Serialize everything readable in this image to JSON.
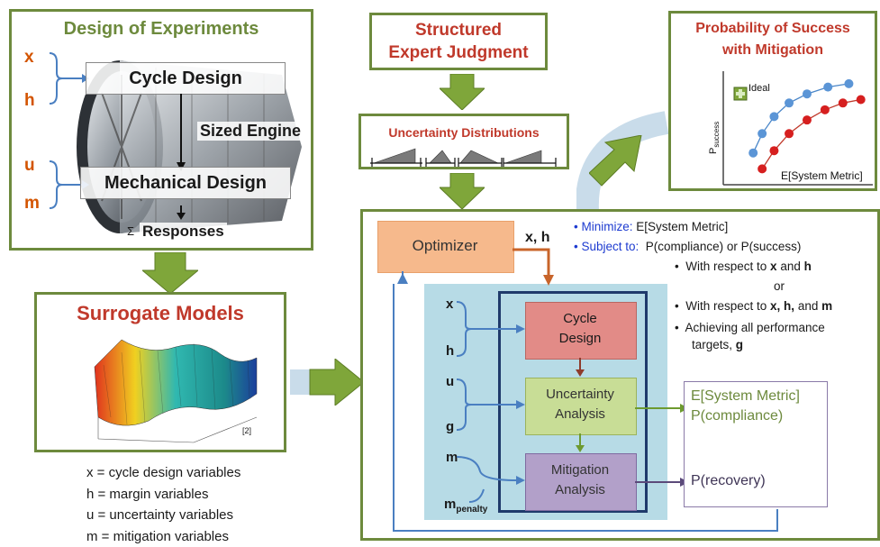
{
  "doe": {
    "title": "Design of Experiments",
    "cycle_design": "Cycle Design",
    "sized_engine": "Sized Engine",
    "mechanical_design": "Mechanical Design",
    "responses": "Responses",
    "responses_symbol": "Σ",
    "vars": {
      "x": "x",
      "h": "h",
      "u": "u",
      "m": "m"
    }
  },
  "expert": {
    "title_line1": "Structured",
    "title_line2": "Expert Judgment"
  },
  "uncertainty_distributions": {
    "title": "Uncertainty Distributions"
  },
  "prob_success": {
    "title_line1": "Probability of Success",
    "title_line2": "with Mitigation",
    "ideal_label": "Ideal",
    "x_axis": "E[System Metric]",
    "y_axis_main": "P",
    "y_axis_sub": "success",
    "series_mitigation": [
      [
        0.2,
        0.28
      ],
      [
        0.26,
        0.45
      ],
      [
        0.34,
        0.6
      ],
      [
        0.44,
        0.72
      ],
      [
        0.56,
        0.8
      ],
      [
        0.7,
        0.86
      ],
      [
        0.84,
        0.89
      ]
    ],
    "series_baseline": [
      [
        0.26,
        0.14
      ],
      [
        0.34,
        0.3
      ],
      [
        0.44,
        0.45
      ],
      [
        0.56,
        0.57
      ],
      [
        0.68,
        0.66
      ],
      [
        0.8,
        0.72
      ],
      [
        0.92,
        0.75
      ]
    ]
  },
  "surrogate": {
    "title": "Surrogate Models",
    "ref": "[2]"
  },
  "legend": {
    "line1": "x = cycle design variables",
    "line2": "h = margin variables",
    "line3": "u = uncertainty variables",
    "line4": "m = mitigation variables"
  },
  "optimization": {
    "optimizer": "Optimizer",
    "xh": "x, h",
    "minimize_label": "Minimize:",
    "minimize_value": "E[System Metric]",
    "subject_label": "Subject to:",
    "subject_value": "P(compliance) or P(success)",
    "bullet1_prefix": "With respect to",
    "bullet1_x": "x",
    "bullet1_and": "and",
    "bullet1_h": "h",
    "or": "or",
    "bullet2_prefix": "With respect to",
    "bullet2_vars": "x, h,",
    "bullet2_and": "and",
    "bullet2_m": "m",
    "bullet3_line1": "Achieving all performance",
    "bullet3_line2": "targets,",
    "bullet3_g": "g",
    "cycle_design_1": "Cycle",
    "cycle_design_2": "Design",
    "unc_analysis_1": "Uncertainty",
    "unc_analysis_2": "Analysis",
    "mit_analysis_1": "Mitigation",
    "mit_analysis_2": "Analysis",
    "in_x": "x",
    "in_h": "h",
    "in_u": "u",
    "in_g": "g",
    "in_m": "m",
    "in_mpenalty": "m",
    "in_mpenalty_sub": "penalty",
    "out_metric": "E[System Metric]",
    "out_compliance": "P(compliance)",
    "out_recovery": "P(recovery)"
  },
  "colors": {
    "green_border": "#6d8a3d",
    "title_red": "#c0392b",
    "optimizer_fill": "#f6b98c",
    "cycle_fill": "#e28b87",
    "uncertainty_fill": "#c8dd96",
    "mitigation_fill": "#b2a0c9",
    "inner_bg": "#b7dbe6",
    "navy": "#1f3a6b",
    "blue_text": "#1d3bd0"
  }
}
